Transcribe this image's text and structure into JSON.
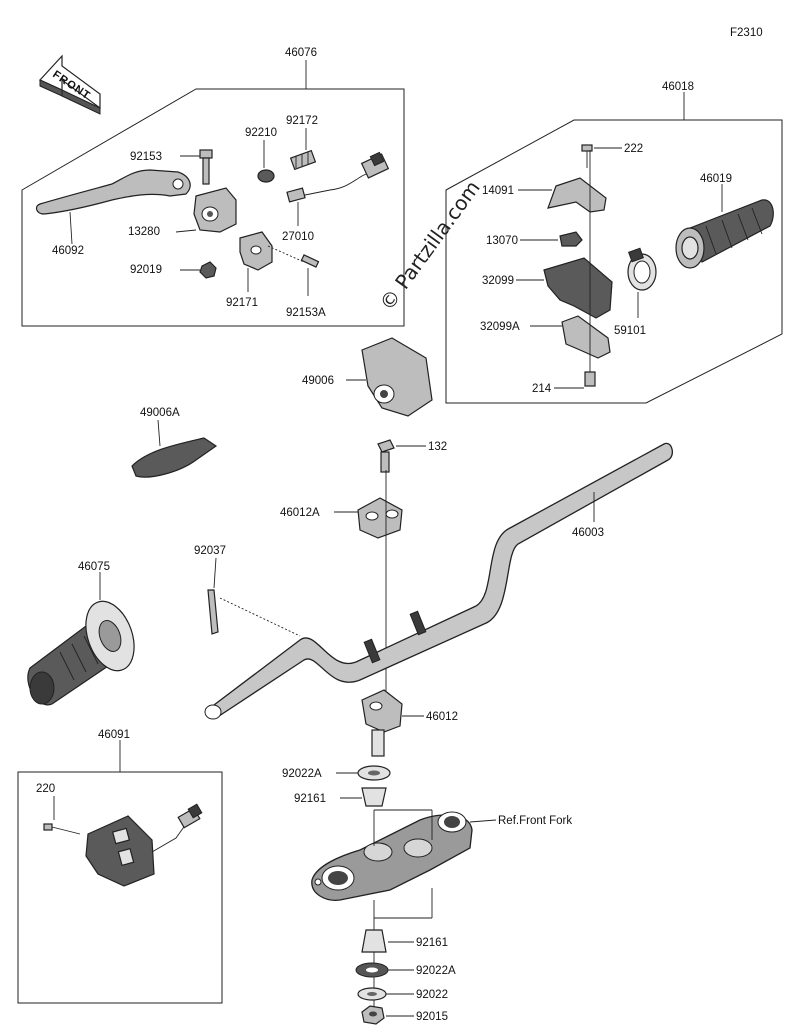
{
  "diagram_code": "F2310",
  "watermark": "© Partzilla.com",
  "front_label": "FRONT",
  "labels": {
    "p46076": "46076",
    "p92172": "92172",
    "p92210": "92210",
    "p92153": "92153",
    "p46092": "46092",
    "p13280": "13280",
    "p27010": "27010",
    "p92019": "92019",
    "p92171": "92171",
    "p92153A": "92153A",
    "p46018": "46018",
    "p222": "222",
    "p14091": "14091",
    "p46019": "46019",
    "p13070": "13070",
    "p32099": "32099",
    "p32099A": "32099A",
    "p59101": "59101",
    "p214": "214",
    "p49006": "49006",
    "p49006A": "49006A",
    "p132": "132",
    "p46012A": "46012A",
    "p46003": "46003",
    "p92037": "92037",
    "p46075": "46075",
    "p46012": "46012",
    "p46091": "46091",
    "p220": "220",
    "p92022A_top": "92022A",
    "p92161_top": "92161",
    "ref_front_fork": "Ref.Front Fork",
    "p92161_bottom": "92161",
    "p92022A_bottom": "92022A",
    "p92022": "92022",
    "p92015": "92015"
  }
}
